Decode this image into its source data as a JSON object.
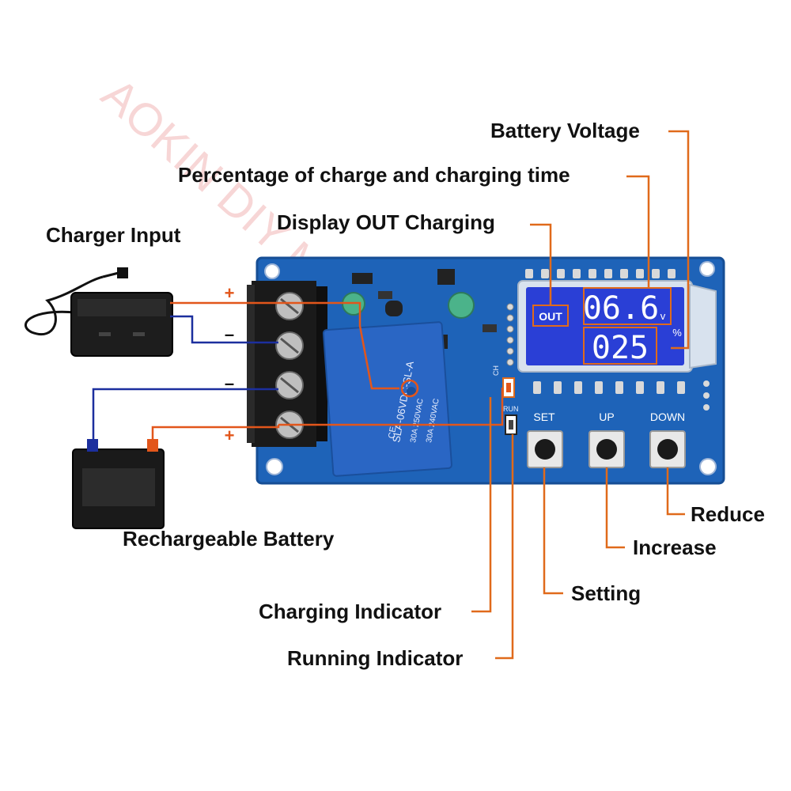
{
  "watermark": "AOKIN DIY Maker Store",
  "labels": {
    "battery_voltage": "Battery Voltage",
    "percentage_time": "Percentage of charge and charging time",
    "display_out": "Display OUT Charging",
    "charger_input": "Charger Input",
    "rechargeable_battery": "Rechargeable Battery",
    "charging_indicator": "Charging Indicator",
    "running_indicator": "Running Indicator",
    "setting": "Setting",
    "increase": "Increase",
    "reduce": "Reduce"
  },
  "terminals": {
    "plus_1": "+",
    "minus_1": "–",
    "minus_2": "–",
    "plus_2": "+"
  },
  "display": {
    "out": "OUT",
    "voltage": "06.6",
    "voltage_unit": "v",
    "percent": "025",
    "percent_unit": "%"
  },
  "buttons": {
    "set": "SET",
    "up": "UP",
    "down": "DOWN"
  },
  "indicators": {
    "charge_silk": "CH",
    "run_silk": "RUN"
  },
  "relay_text": [
    "SLA-06VDC-SL-A",
    "30A 250VAC",
    "30A 240VAC",
    "CE"
  ],
  "colors": {
    "pcb": "#1e63b8",
    "pcb_dark": "#174f98",
    "lcd": "#2a3fd6",
    "lcd_frame": "#d8e2ee",
    "leader": "#e06a1b",
    "wire_red": "#e2561b",
    "wire_blue": "#1c2f9e",
    "relay": "#2a66c4"
  }
}
